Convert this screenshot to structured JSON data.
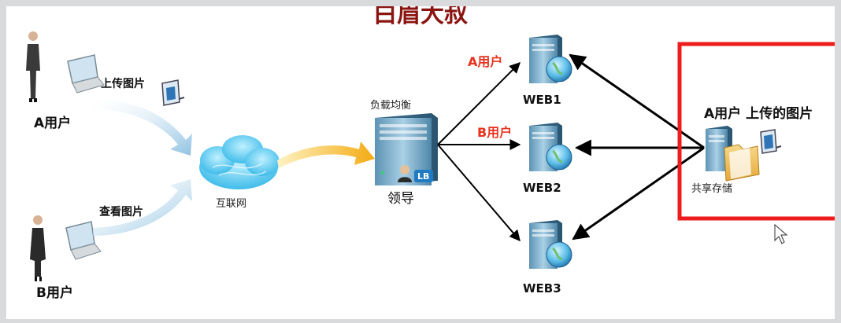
{
  "title": "白眉大叔",
  "user_a": {
    "label": "A用户",
    "action": "上传图片"
  },
  "user_b": {
    "label": "B用户",
    "action": "查看图片"
  },
  "internet": {
    "label": "互联网"
  },
  "load_balancer": {
    "top_label": "负载均衡",
    "bottom_label": "领导",
    "badge": "LB"
  },
  "web_servers": [
    {
      "label": "WEB1",
      "user_tag": "A用户"
    },
    {
      "label": "WEB2",
      "user_tag": "B用户"
    },
    {
      "label": "WEB3",
      "user_tag": ""
    }
  ],
  "shared_storage": {
    "title": "A用户 上传的图片",
    "label": "共享存储",
    "highlight_color": "#ee1c1c"
  },
  "colors": {
    "title": "#8a1410",
    "server_body": "#6fa7c6",
    "cloud": "#5ecbee",
    "arrow_user": "#a9cfe8",
    "arrow_gold": "#f5b21c",
    "red_tag": "#e8321e"
  }
}
